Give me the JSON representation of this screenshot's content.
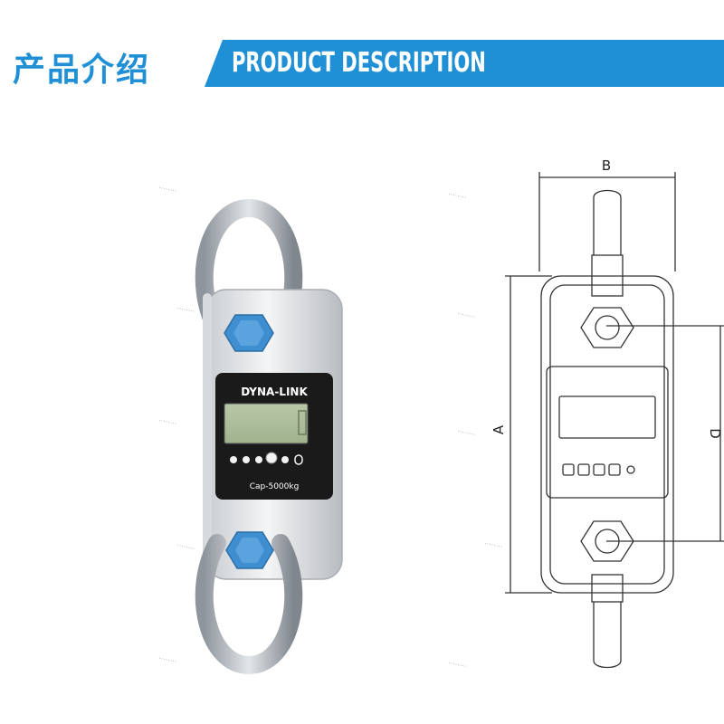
{
  "header": {
    "title_cn": "产品介绍",
    "title_en": "PRODUCT DESCRIPTION"
  },
  "product": {
    "brand": "DYNA-LINK",
    "capacity": "Cap-5000kg"
  },
  "dimensions": {
    "width_label": "B",
    "height_label": "A",
    "center_label": "D"
  },
  "colors": {
    "accent": "#1f8fd6",
    "bolt": "#3f8fd0",
    "body": "#e6e9ec"
  }
}
